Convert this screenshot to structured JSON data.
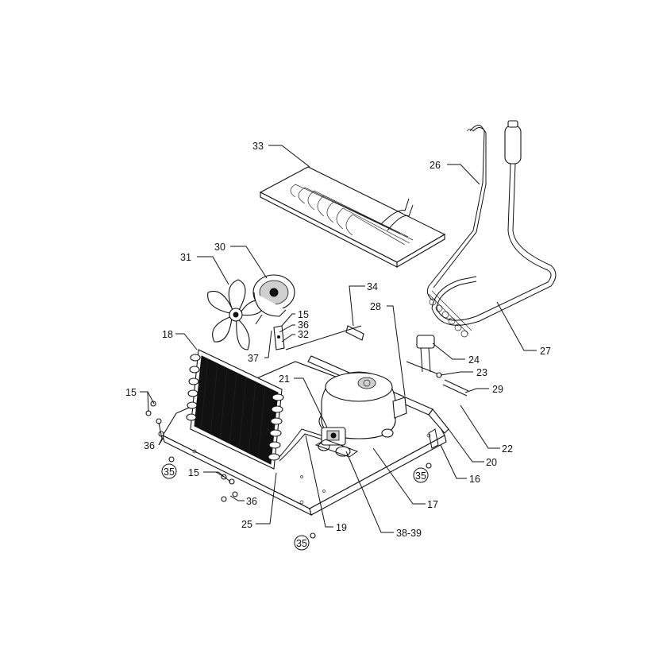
{
  "callouts": [
    {
      "id": "c33",
      "label": "33"
    },
    {
      "id": "c26",
      "label": "26"
    },
    {
      "id": "c31",
      "label": "31"
    },
    {
      "id": "c30",
      "label": "30"
    },
    {
      "id": "c34",
      "label": "34"
    },
    {
      "id": "c28",
      "label": "28"
    },
    {
      "id": "c15a",
      "label": "15"
    },
    {
      "id": "c36a",
      "label": "36"
    },
    {
      "id": "c32",
      "label": "32"
    },
    {
      "id": "c37",
      "label": "37"
    },
    {
      "id": "c18",
      "label": "18"
    },
    {
      "id": "c24",
      "label": "24"
    },
    {
      "id": "c27",
      "label": "27"
    },
    {
      "id": "c23",
      "label": "23"
    },
    {
      "id": "c21",
      "label": "21"
    },
    {
      "id": "c29",
      "label": "29"
    },
    {
      "id": "c15b",
      "label": "15"
    },
    {
      "id": "c22",
      "label": "22"
    },
    {
      "id": "c36b",
      "label": "36"
    },
    {
      "id": "c20",
      "label": "20"
    },
    {
      "id": "c35a",
      "label": "35"
    },
    {
      "id": "c15c",
      "label": "15"
    },
    {
      "id": "c35b",
      "label": "35"
    },
    {
      "id": "c16",
      "label": "16"
    },
    {
      "id": "c36c",
      "label": "36"
    },
    {
      "id": "c17",
      "label": "17"
    },
    {
      "id": "c25",
      "label": "25"
    },
    {
      "id": "c19",
      "label": "19"
    },
    {
      "id": "c3839",
      "label": "38-39"
    },
    {
      "id": "c35c",
      "label": "35"
    }
  ]
}
